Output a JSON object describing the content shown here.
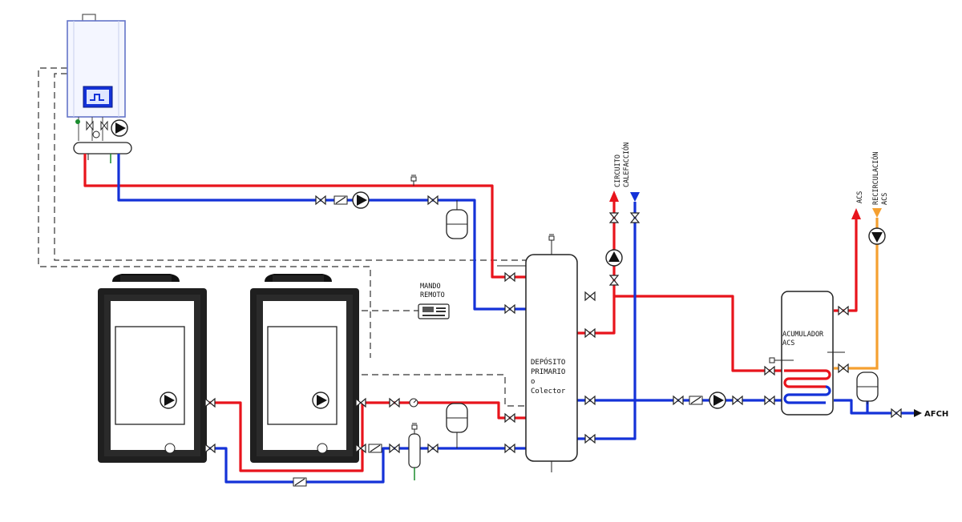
{
  "labels": {
    "mando_line1": "MANDO",
    "mando_line2": "REMOTO",
    "deposito_line1": "DEPÓSITO",
    "deposito_line2": "PRIMARIO",
    "deposito_line3": "o",
    "deposito_line4": "Colector",
    "acumulador_line1": "ACUMULADOR",
    "acumulador_line2": "ACS",
    "circuito_line1": "CIRCUITO",
    "circuito_line2": "CALEFACCIÓN",
    "acs_out": "ACS",
    "recirc_line1": "RECIRCULACIÓN",
    "recirc_line2": "ACS",
    "afch": "AFCH"
  },
  "colors": {
    "hot": "#e8141c",
    "cold": "#1432d8",
    "recirculation": "#f5a030",
    "equipment_outline": "#222222",
    "boiler_fill": "#f4f6ff"
  }
}
